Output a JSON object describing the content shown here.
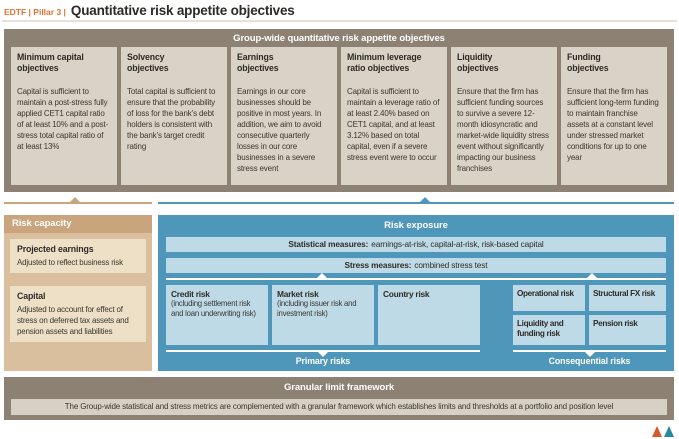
{
  "header": {
    "eyebrow": "EDTF | Pillar 3 |",
    "title": "Quantitative risk appetite objectives"
  },
  "top_section": {
    "title": "Group-wide quantitative risk appetite objectives",
    "columns": [
      {
        "heading": "Minimum capital\nobjectives",
        "body": "Capital is sufficient to maintain a post-stress fully applied CET1 capital ratio of at least 10% and a post-stress total capital ratio of at least 13%"
      },
      {
        "heading": "Solvency\nobjectives",
        "body": "Total capital is sufficient to ensure that the probability of loss for the bank’s debt holders is consistent with the bank’s target credit rating"
      },
      {
        "heading": "Earnings\nobjectives",
        "body": "Earnings in our core businesses should be positive in most years. In addition, we aim to avoid consecutive quarterly losses in our core businesses in a severe stress event"
      },
      {
        "heading": "Minimum leverage\nratio objectives",
        "body": "Capital is sufficient to maintain a leverage ratio of at least 2.40% based on CET1 capital, and at least 3.12% based on total capital, even if a severe stress event were to occur"
      },
      {
        "heading": "Liquidity\nobjectives",
        "body": "Ensure that the firm has sufficient funding sources to survive a severe 12-month idiosyncratic and market-wide liquidity stress event without significantly impacting our business franchises"
      },
      {
        "heading": "Funding\nobjectives",
        "body": "Ensure that the firm has sufficient long-term funding to maintain franchise assets at a constant level under stressed market conditions for up to one year"
      }
    ]
  },
  "risk_capacity": {
    "title": "Risk capacity",
    "items": [
      {
        "heading": "Projected earnings",
        "body": "Adjusted to reflect business risk"
      },
      {
        "heading": "Capital",
        "body": "Adjusted to account for effect of stress on deferred tax assets and pension assets and liabilities"
      }
    ]
  },
  "risk_exposure": {
    "title": "Risk exposure",
    "measures": [
      {
        "label": "Statistical measures:",
        "text": "earnings-at-risk, capital-at-risk, risk-based capital"
      },
      {
        "label": "Stress measures:",
        "text": "combined stress test"
      }
    ],
    "primary": {
      "label": "Primary risks",
      "boxes": [
        {
          "heading": "Credit risk",
          "body": "(including settlement risk and loan underwriting risk)"
        },
        {
          "heading": "Market risk",
          "body": "(including issuer risk and investment risk)"
        },
        {
          "heading": "Country risk",
          "body": ""
        }
      ]
    },
    "consequential": {
      "label": "Consequential risks",
      "boxes": [
        {
          "heading": "Operational risk"
        },
        {
          "heading": "Structural FX risk"
        },
        {
          "heading": "Liquidity and funding risk"
        },
        {
          "heading": "Pension risk"
        }
      ]
    }
  },
  "granular": {
    "title": "Granular limit framework",
    "body": "The Group-wide statistical and stress metrics are complemented with a granular framework which establishes limits and thresholds at a portfolio and position level"
  },
  "logo": {
    "icons": [
      "triangle-orange",
      "triangle-teal"
    ]
  },
  "colors": {
    "taupe": "#8d8174",
    "beige_box": "#d9d2c6",
    "tan_header": "#c9a47d",
    "tan_body": "#dabf9e",
    "tan_inner_box": "#eee0c7",
    "blue": "#4e96ba",
    "light_blue": "#bfdae7",
    "eyebrow_orange": "#e0722f",
    "logo_orange": "#d4592b",
    "logo_teal": "#27899b"
  }
}
